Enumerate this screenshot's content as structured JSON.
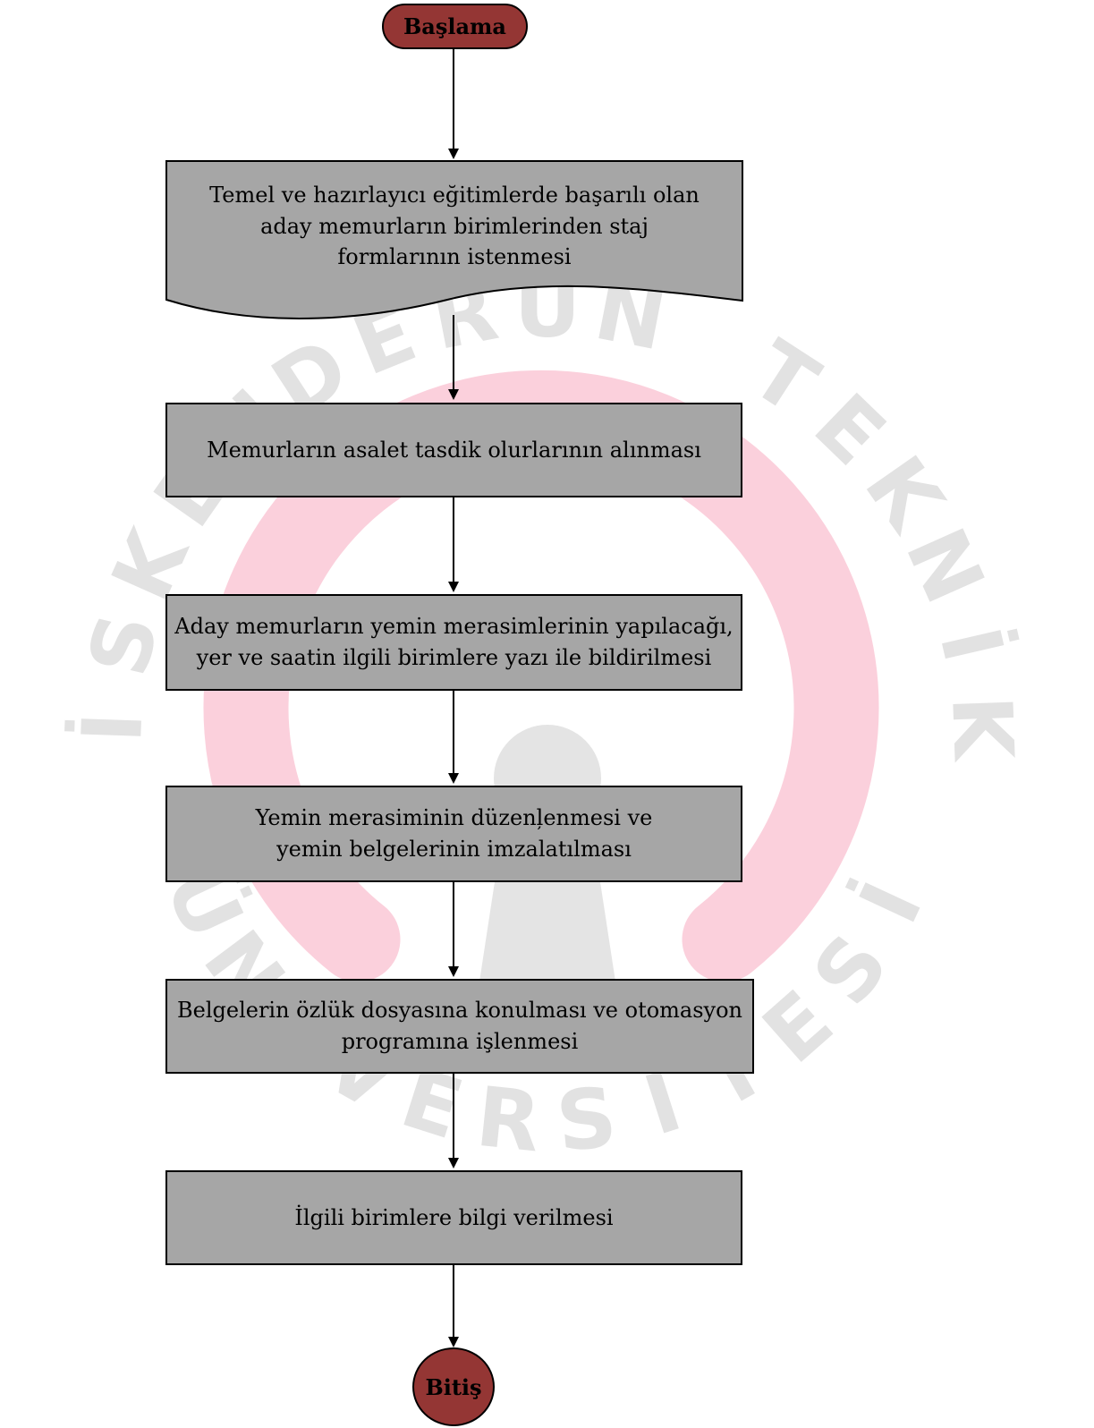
{
  "watermark": {
    "letters_top": [
      "İ",
      "S",
      "K",
      "E",
      "N",
      "D",
      "E",
      "R",
      "U",
      "N",
      " ",
      "T",
      "E",
      "K",
      "N",
      "İ",
      "K"
    ],
    "letters_bottom": [
      "Ü",
      "N",
      "İ",
      "V",
      "E",
      "R",
      "S",
      "İ",
      "T",
      "E",
      "S",
      "İ"
    ],
    "ring_color": "#fbd0dc",
    "letter_color": "#e2e2e2"
  },
  "flowchart": {
    "start": "Başlama",
    "steps": [
      "Temel ve hazırlayıcı eğitimlerde başarılı olan\naday memurların birimlerinden staj\nformlarının istenmesi",
      "Memurların asalet tasdik olurlarının alınması",
      "Aday memurların yemin merasimlerinin yapılacağı,\nyer ve saatin ilgili birimlere yazı ile bildirilmesi",
      "Yemin merasiminin düzenļenmesi ve\nyemin belgelerinin   imzalatılması",
      "Belgelerin özlük dosyasına konulması ve otomasyon\nprogramına işlenmesi",
      "İlgili birimlere bilgi verilmesi"
    ],
    "end": "Bitiş"
  },
  "colors": {
    "terminal_fill": "#943634",
    "process_fill": "#a6a6a6",
    "stroke": "#000000"
  }
}
